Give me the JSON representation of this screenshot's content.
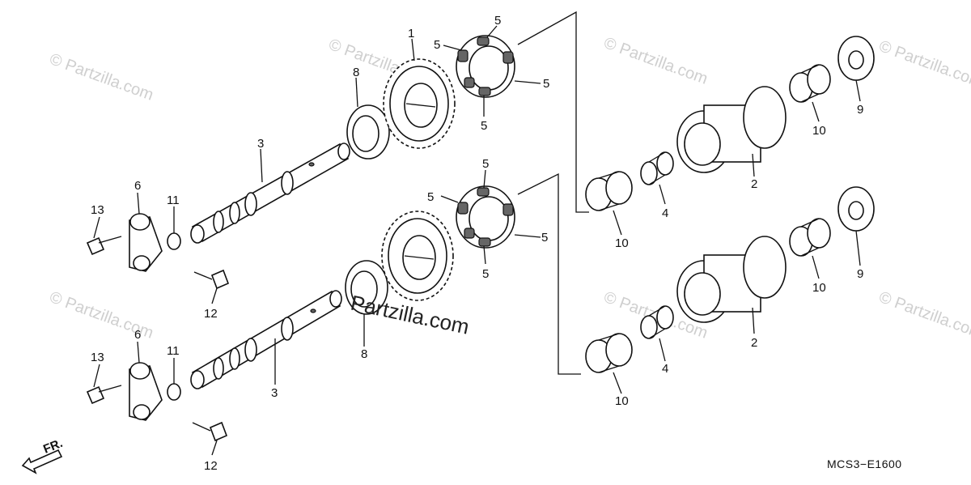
{
  "watermark": {
    "text": "© Partzilla.com"
  },
  "brand": {
    "text": "Partzilla.com"
  },
  "diagram_code": "MCS3−E1600",
  "front_indicator": "FR.",
  "labels": {
    "p1": "1",
    "p2": "2",
    "p3": "3",
    "p4": "4",
    "p5": "5",
    "p6": "6",
    "p8": "8",
    "p9": "9",
    "p10": "10",
    "p11": "11",
    "p12": "12",
    "p13": "13"
  }
}
